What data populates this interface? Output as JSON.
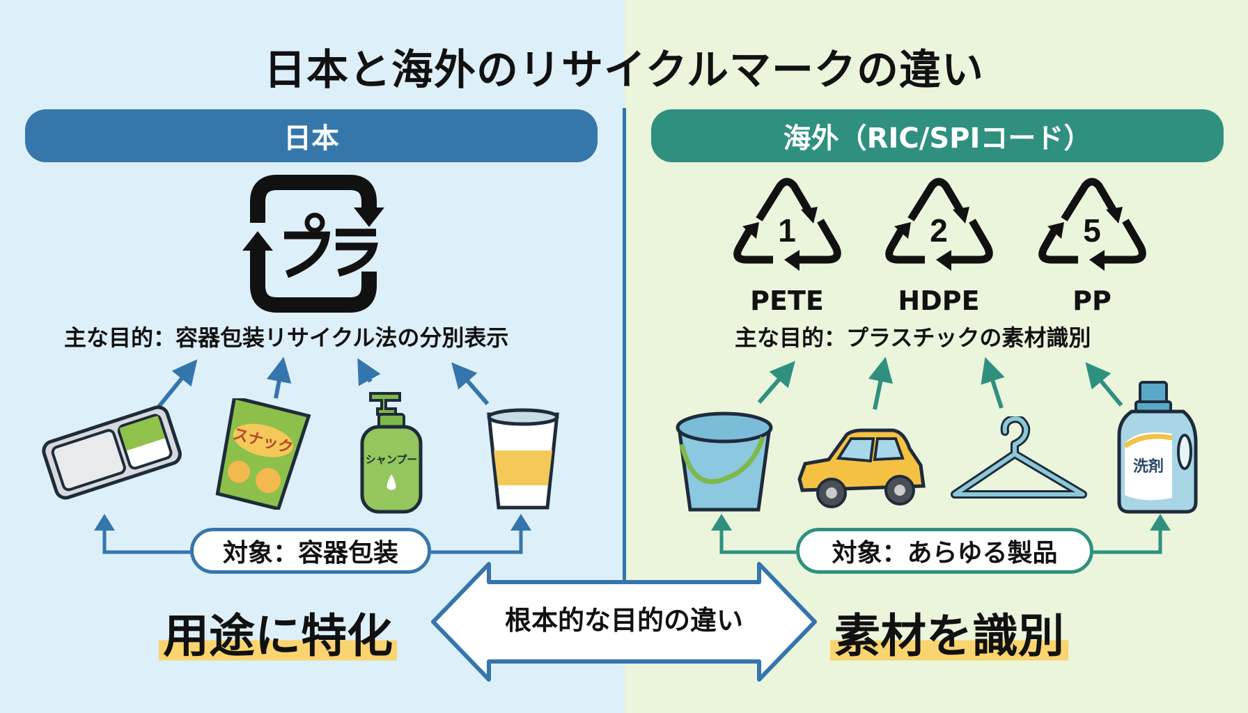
{
  "title": "日本と海外のリサイクルマークの違い",
  "colors": {
    "japan_accent": "#3577ab",
    "intl_accent": "#2f9080",
    "highlight": "#fad46e",
    "bg_left": "#ddeff8",
    "bg_right": "#eaf5dc"
  },
  "japan": {
    "header": "日本",
    "mark": {
      "icon": "pla-recycle-mark-icon",
      "label": "プラ"
    },
    "purpose": "主な目的：容器包装リサイクル法の分別表示",
    "items": [
      {
        "icon": "bento-tray-icon",
        "label": ""
      },
      {
        "icon": "snack-bag-icon",
        "label": "スナック"
      },
      {
        "icon": "shampoo-bottle-icon",
        "label": "シャンプー"
      },
      {
        "icon": "plastic-cup-icon",
        "label": ""
      }
    ],
    "target": "対象：容器包装",
    "conclusion": "用途に特化"
  },
  "international": {
    "header": "海外（RIC/SPIコード）",
    "marks": [
      {
        "icon": "ric-triangle-icon",
        "number": "1",
        "code": "PETE"
      },
      {
        "icon": "ric-triangle-icon",
        "number": "2",
        "code": "HDPE"
      },
      {
        "icon": "ric-triangle-icon",
        "number": "5",
        "code": "PP"
      }
    ],
    "purpose": "主な目的：プラスチックの素材識別",
    "items": [
      {
        "icon": "bucket-icon",
        "label": ""
      },
      {
        "icon": "toy-car-icon",
        "label": ""
      },
      {
        "icon": "hanger-icon",
        "label": ""
      },
      {
        "icon": "detergent-bottle-icon",
        "label": "洗剤"
      }
    ],
    "target": "対象：あらゆる製品",
    "conclusion": "素材を識別"
  },
  "center": {
    "double_arrow_label": "根本的な目的の違い"
  }
}
